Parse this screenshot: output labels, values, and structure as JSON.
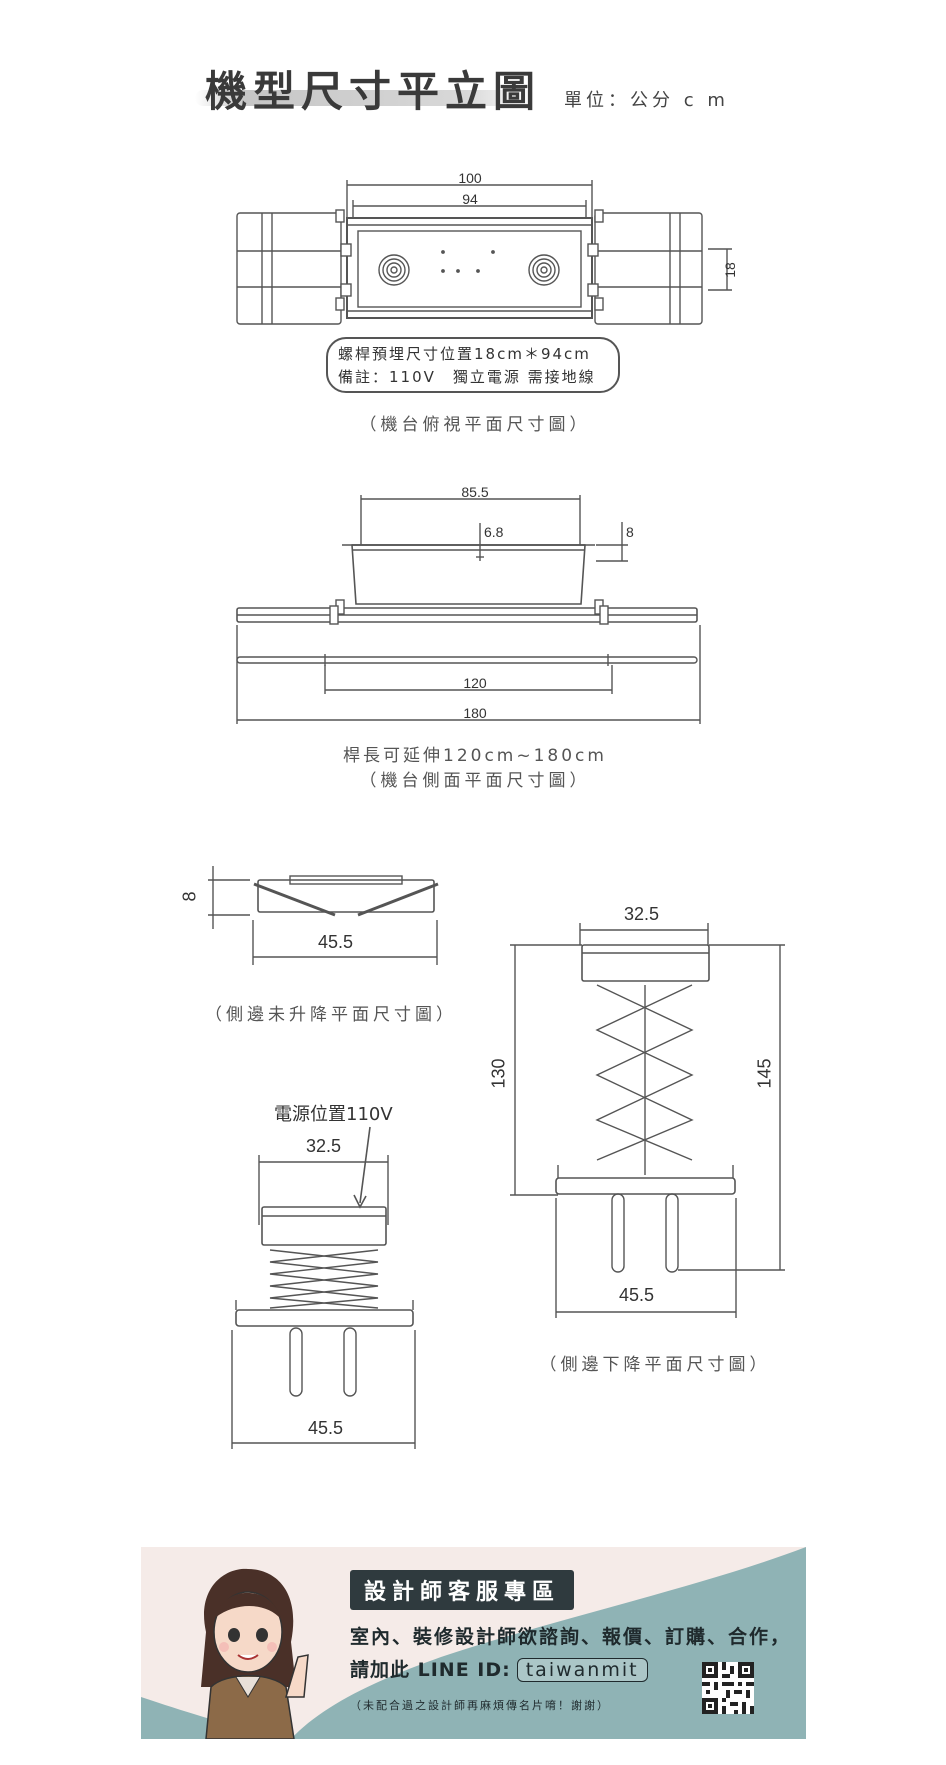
{
  "header": {
    "title": "機型尺寸平立圖",
    "unit": "單位：公分 c m"
  },
  "top_view": {
    "dim_outer": "100",
    "dim_inner": "94",
    "dim_depth": "18",
    "note_line1": "螺桿預埋尺寸位置18cm＊94cm",
    "note_line2": "備註：110V　獨立電源 需接地線",
    "caption": "（機台俯視平面尺寸圖）"
  },
  "side_view": {
    "dim_top": "85.5",
    "dim_small": "6.8",
    "dim_height": "8",
    "dim_min": "120",
    "dim_max": "180",
    "extend_note": "桿長可延伸120cm~180cm",
    "caption": "（機台側面平面尺寸圖）"
  },
  "folded_view": {
    "dim_height": "8",
    "dim_width": "45.5",
    "caption": "（側邊未升降平面尺寸圖）"
  },
  "power_view": {
    "power_label": "電源位置110V",
    "dim_top": "32.5",
    "dim_bottom": "45.5"
  },
  "lowered_view": {
    "dim_top": "32.5",
    "dim_left": "130",
    "dim_right": "145",
    "dim_bottom": "45.5",
    "caption": "（側邊下降平面尺寸圖）"
  },
  "banner": {
    "badge": "設計師客服專區",
    "line1": "室內、裝修設計師欲諮詢、報價、訂購、合作，",
    "line2_prefix": "請加此 LINE ID:",
    "line_id": "taiwanmit",
    "line3": "（未配合過之設計師再麻煩傳名片唷！謝謝）"
  },
  "colors": {
    "line": "#555555",
    "banner_bg": "#f5ebe8",
    "banner_teal": "#8fb3b5",
    "badge_bg": "#2f3a3e"
  }
}
